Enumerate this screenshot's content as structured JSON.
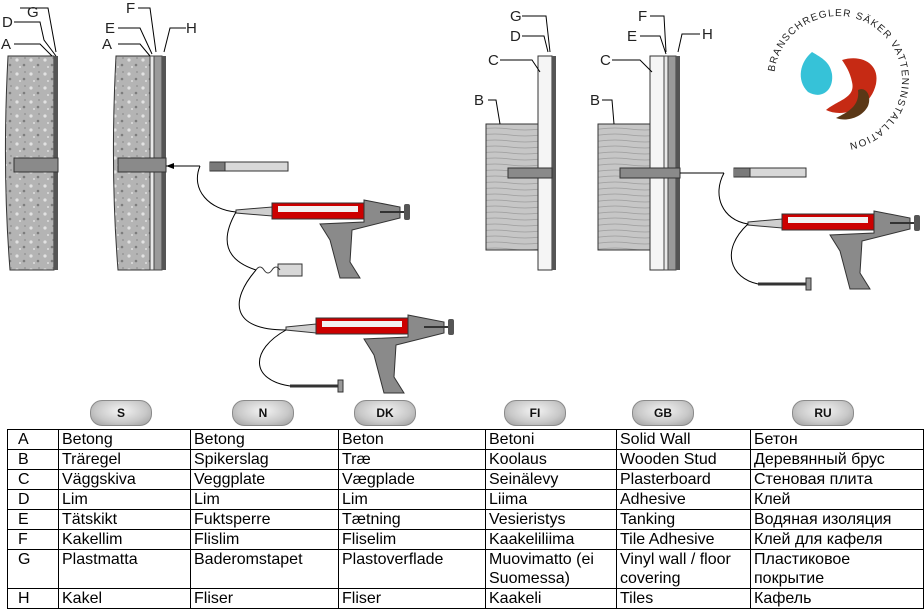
{
  "diagram": {
    "left_labels": [
      "A",
      "G",
      "D",
      "A",
      "E",
      "F",
      "H"
    ],
    "right_labels": [
      "G",
      "D",
      "C",
      "B",
      "C",
      "B",
      "F",
      "E",
      "H"
    ]
  },
  "logo": {
    "ring_text": "BRANSCHREGLER SÄKER VATTENINSTALLATION"
  },
  "flags": [
    "S",
    "N",
    "DK",
    "FI",
    "GB",
    "RU"
  ],
  "table": {
    "rows": [
      [
        "A",
        "Betong",
        "Betong",
        "Beton",
        "Betoni",
        "Solid Wall",
        "Бетон"
      ],
      [
        "B",
        "Träregel",
        "Spikerslag",
        "Træ",
        "Koolaus",
        "Wooden Stud",
        "Деревянный брус"
      ],
      [
        "C",
        "Väggskiva",
        "Veggplate",
        "Vægplade",
        "Seinälevy",
        "Plasterboard",
        "Стеновая плита"
      ],
      [
        "D",
        "Lim",
        "Lim",
        "Lim",
        "Liima",
        "Adhesive",
        "Клей"
      ],
      [
        "E",
        "Tätskikt",
        "Fuktsperre",
        "Tætning",
        "Vesieristys",
        "Tanking",
        "Водяная изоляция"
      ],
      [
        "F",
        "Kakellim",
        "Flislim",
        "Fliselim",
        "Kaakeliliima",
        "Tile Adhesive",
        "Клей для кафеля"
      ],
      [
        "G",
        "Plastmatta",
        "Baderomstapet",
        "Plastoverflade",
        "Muovimatto (ei Suomessa)",
        "Vinyl wall / floor covering",
        "Пластиковое покрытие"
      ],
      [
        "H",
        "Kakel",
        "Fliser",
        "Fliser",
        "Kaakeli",
        "Tiles",
        "Кафель"
      ]
    ]
  }
}
